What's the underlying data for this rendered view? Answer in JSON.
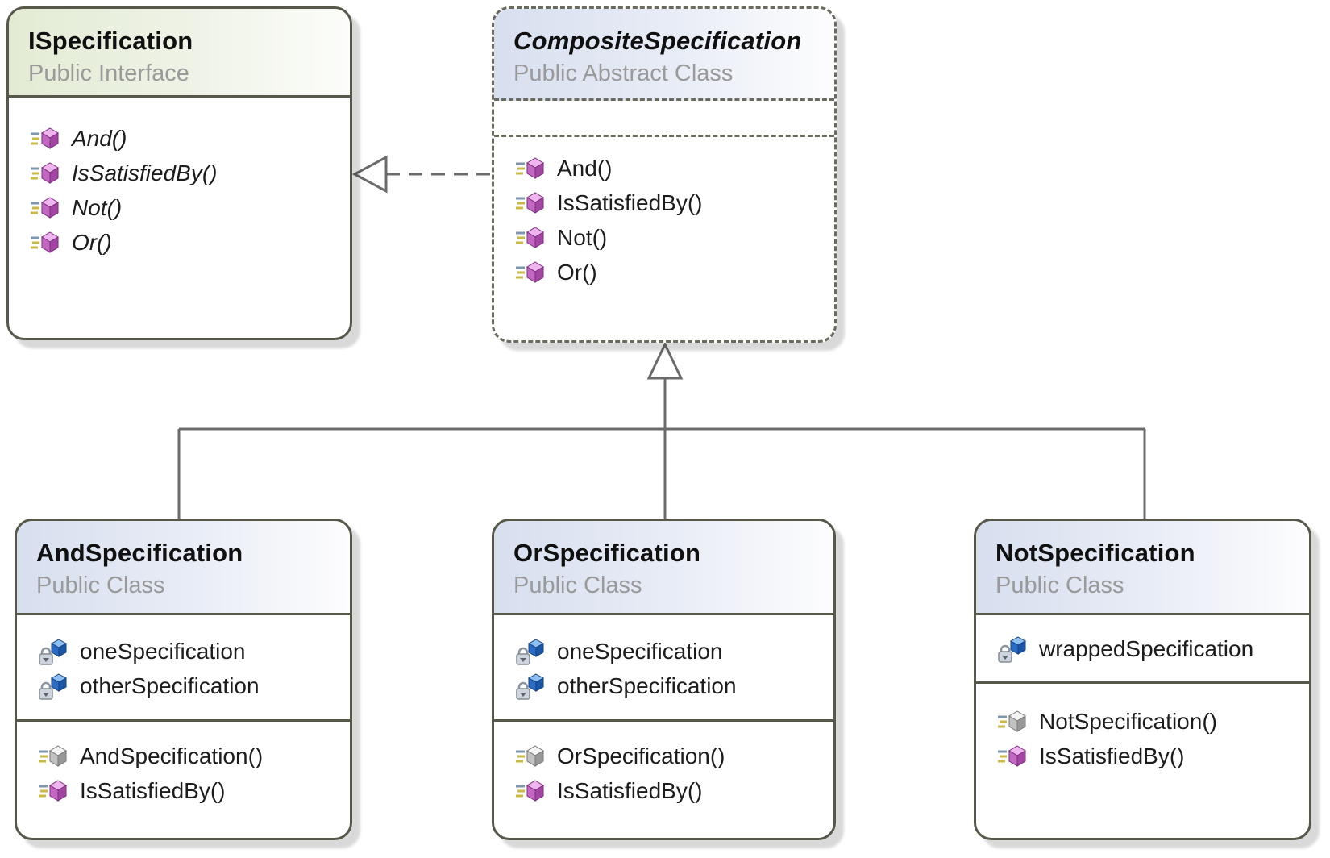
{
  "diagram": {
    "kind": "uml-class-diagram",
    "colors": {
      "interface_header": "#e3ebd4",
      "class_header": "#d7dfef",
      "box_border": "#57574a",
      "connector": "#6b6b6b",
      "subtitle_text": "#9a9a9a",
      "method_icon": "#c267c2",
      "field_icon": "#2a6cc4"
    },
    "classes": {
      "ispecification": {
        "title": "ISpecification",
        "stereotype": "Public Interface",
        "methods": [
          "And()",
          "IsSatisfiedBy()",
          "Not()",
          "Or()"
        ]
      },
      "composite_specification": {
        "title": "CompositeSpecification",
        "stereotype": "Public Abstract Class",
        "methods": [
          "And()",
          "IsSatisfiedBy()",
          "Not()",
          "Or()"
        ]
      },
      "and_specification": {
        "title": "AndSpecification",
        "stereotype": "Public Class",
        "fields": [
          "oneSpecification",
          "otherSpecification"
        ],
        "methods": [
          "AndSpecification()",
          "IsSatisfiedBy()"
        ]
      },
      "or_specification": {
        "title": "OrSpecification",
        "stereotype": "Public Class",
        "fields": [
          "oneSpecification",
          "otherSpecification"
        ],
        "methods": [
          "OrSpecification()",
          "IsSatisfiedBy()"
        ]
      },
      "not_specification": {
        "title": "NotSpecification",
        "stereotype": "Public Class",
        "fields": [
          "wrappedSpecification"
        ],
        "methods": [
          "NotSpecification()",
          "IsSatisfiedBy()"
        ]
      }
    },
    "relationships": [
      {
        "type": "realization",
        "from": "CompositeSpecification",
        "to": "ISpecification"
      },
      {
        "type": "inheritance",
        "from": "AndSpecification",
        "to": "CompositeSpecification"
      },
      {
        "type": "inheritance",
        "from": "OrSpecification",
        "to": "CompositeSpecification"
      },
      {
        "type": "inheritance",
        "from": "NotSpecification",
        "to": "CompositeSpecification"
      }
    ]
  }
}
